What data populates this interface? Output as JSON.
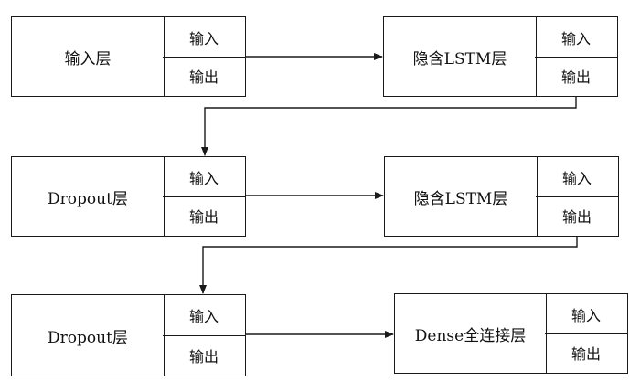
{
  "layers": [
    {
      "id": "input",
      "name": "输入层",
      "in_label": "输入",
      "out_label": "输出"
    },
    {
      "id": "lstm1",
      "name": "隐含LSTM层",
      "in_label": "输入",
      "out_label": "输出"
    },
    {
      "id": "dropout1",
      "name": "Dropout层",
      "in_label": "输入",
      "out_label": "输出"
    },
    {
      "id": "lstm2",
      "name": "隐含LSTM层",
      "in_label": "输入",
      "out_label": "输出"
    },
    {
      "id": "dropout2",
      "name": "Dropout层",
      "in_label": "输入",
      "out_label": "输出"
    },
    {
      "id": "dense",
      "name": "Dense全连接层",
      "in_label": "输入",
      "out_label": "输出"
    }
  ],
  "connections": [
    {
      "from": "input",
      "to": "lstm1"
    },
    {
      "from": "lstm1",
      "to": "dropout1"
    },
    {
      "from": "dropout1",
      "to": "lstm2"
    },
    {
      "from": "lstm2",
      "to": "dropout2"
    },
    {
      "from": "dropout2",
      "to": "dense"
    }
  ],
  "colors": {
    "line": "#1a1a1a",
    "background": "#ffffff"
  }
}
